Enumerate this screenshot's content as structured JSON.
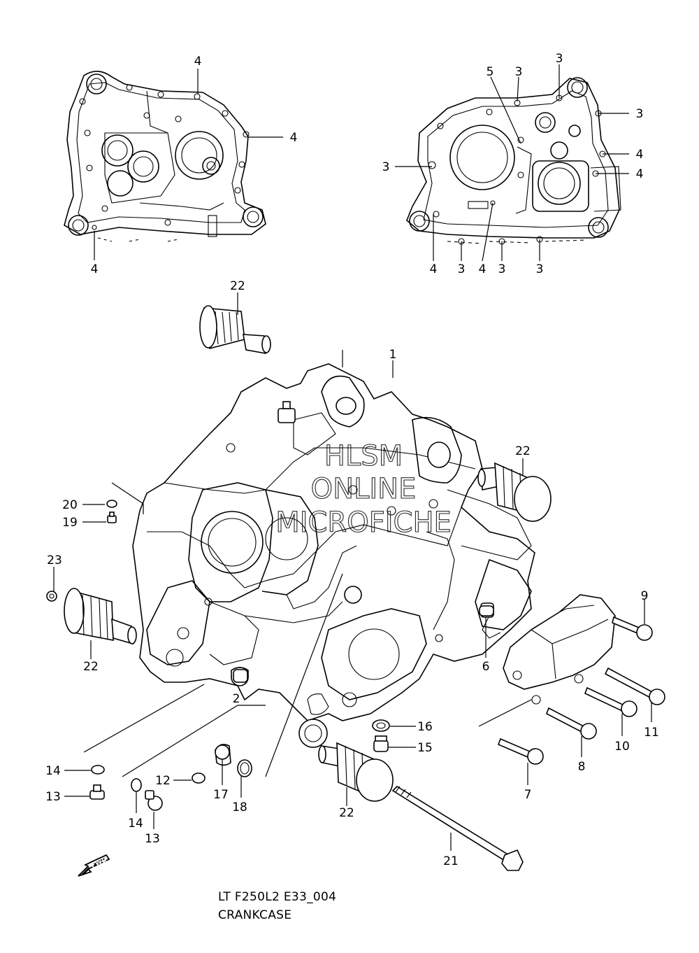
{
  "diagram": {
    "model_code": "LT F250L2 E33_004",
    "section_name": "CRANKCASE",
    "watermark": [
      "HLSM",
      "ONLINE",
      "MICROFICHE"
    ],
    "fwd_label": "FWD",
    "callouts": {
      "c1": "1",
      "c2": "2",
      "c3a": "3",
      "c3b": "3",
      "c3c": "3",
      "c3d": "3",
      "c3e": "3",
      "c3f": "3",
      "c3g": "3",
      "c4a": "4",
      "c4b": "4",
      "c4c": "4",
      "c4d": "4",
      "c4e": "4",
      "c4f": "4",
      "c5": "5",
      "c6": "6",
      "c7": "7",
      "c8": "8",
      "c9": "9",
      "c10": "10",
      "c11": "11",
      "c12": "12",
      "c13a": "13",
      "c13b": "13",
      "c14a": "14",
      "c14b": "14",
      "c15": "15",
      "c16": "16",
      "c17": "17",
      "c18": "18",
      "c19": "19",
      "c20": "20",
      "c21": "21",
      "c22a": "22",
      "c22b": "22",
      "c22c": "22",
      "c22d": "22",
      "c23": "23"
    }
  }
}
